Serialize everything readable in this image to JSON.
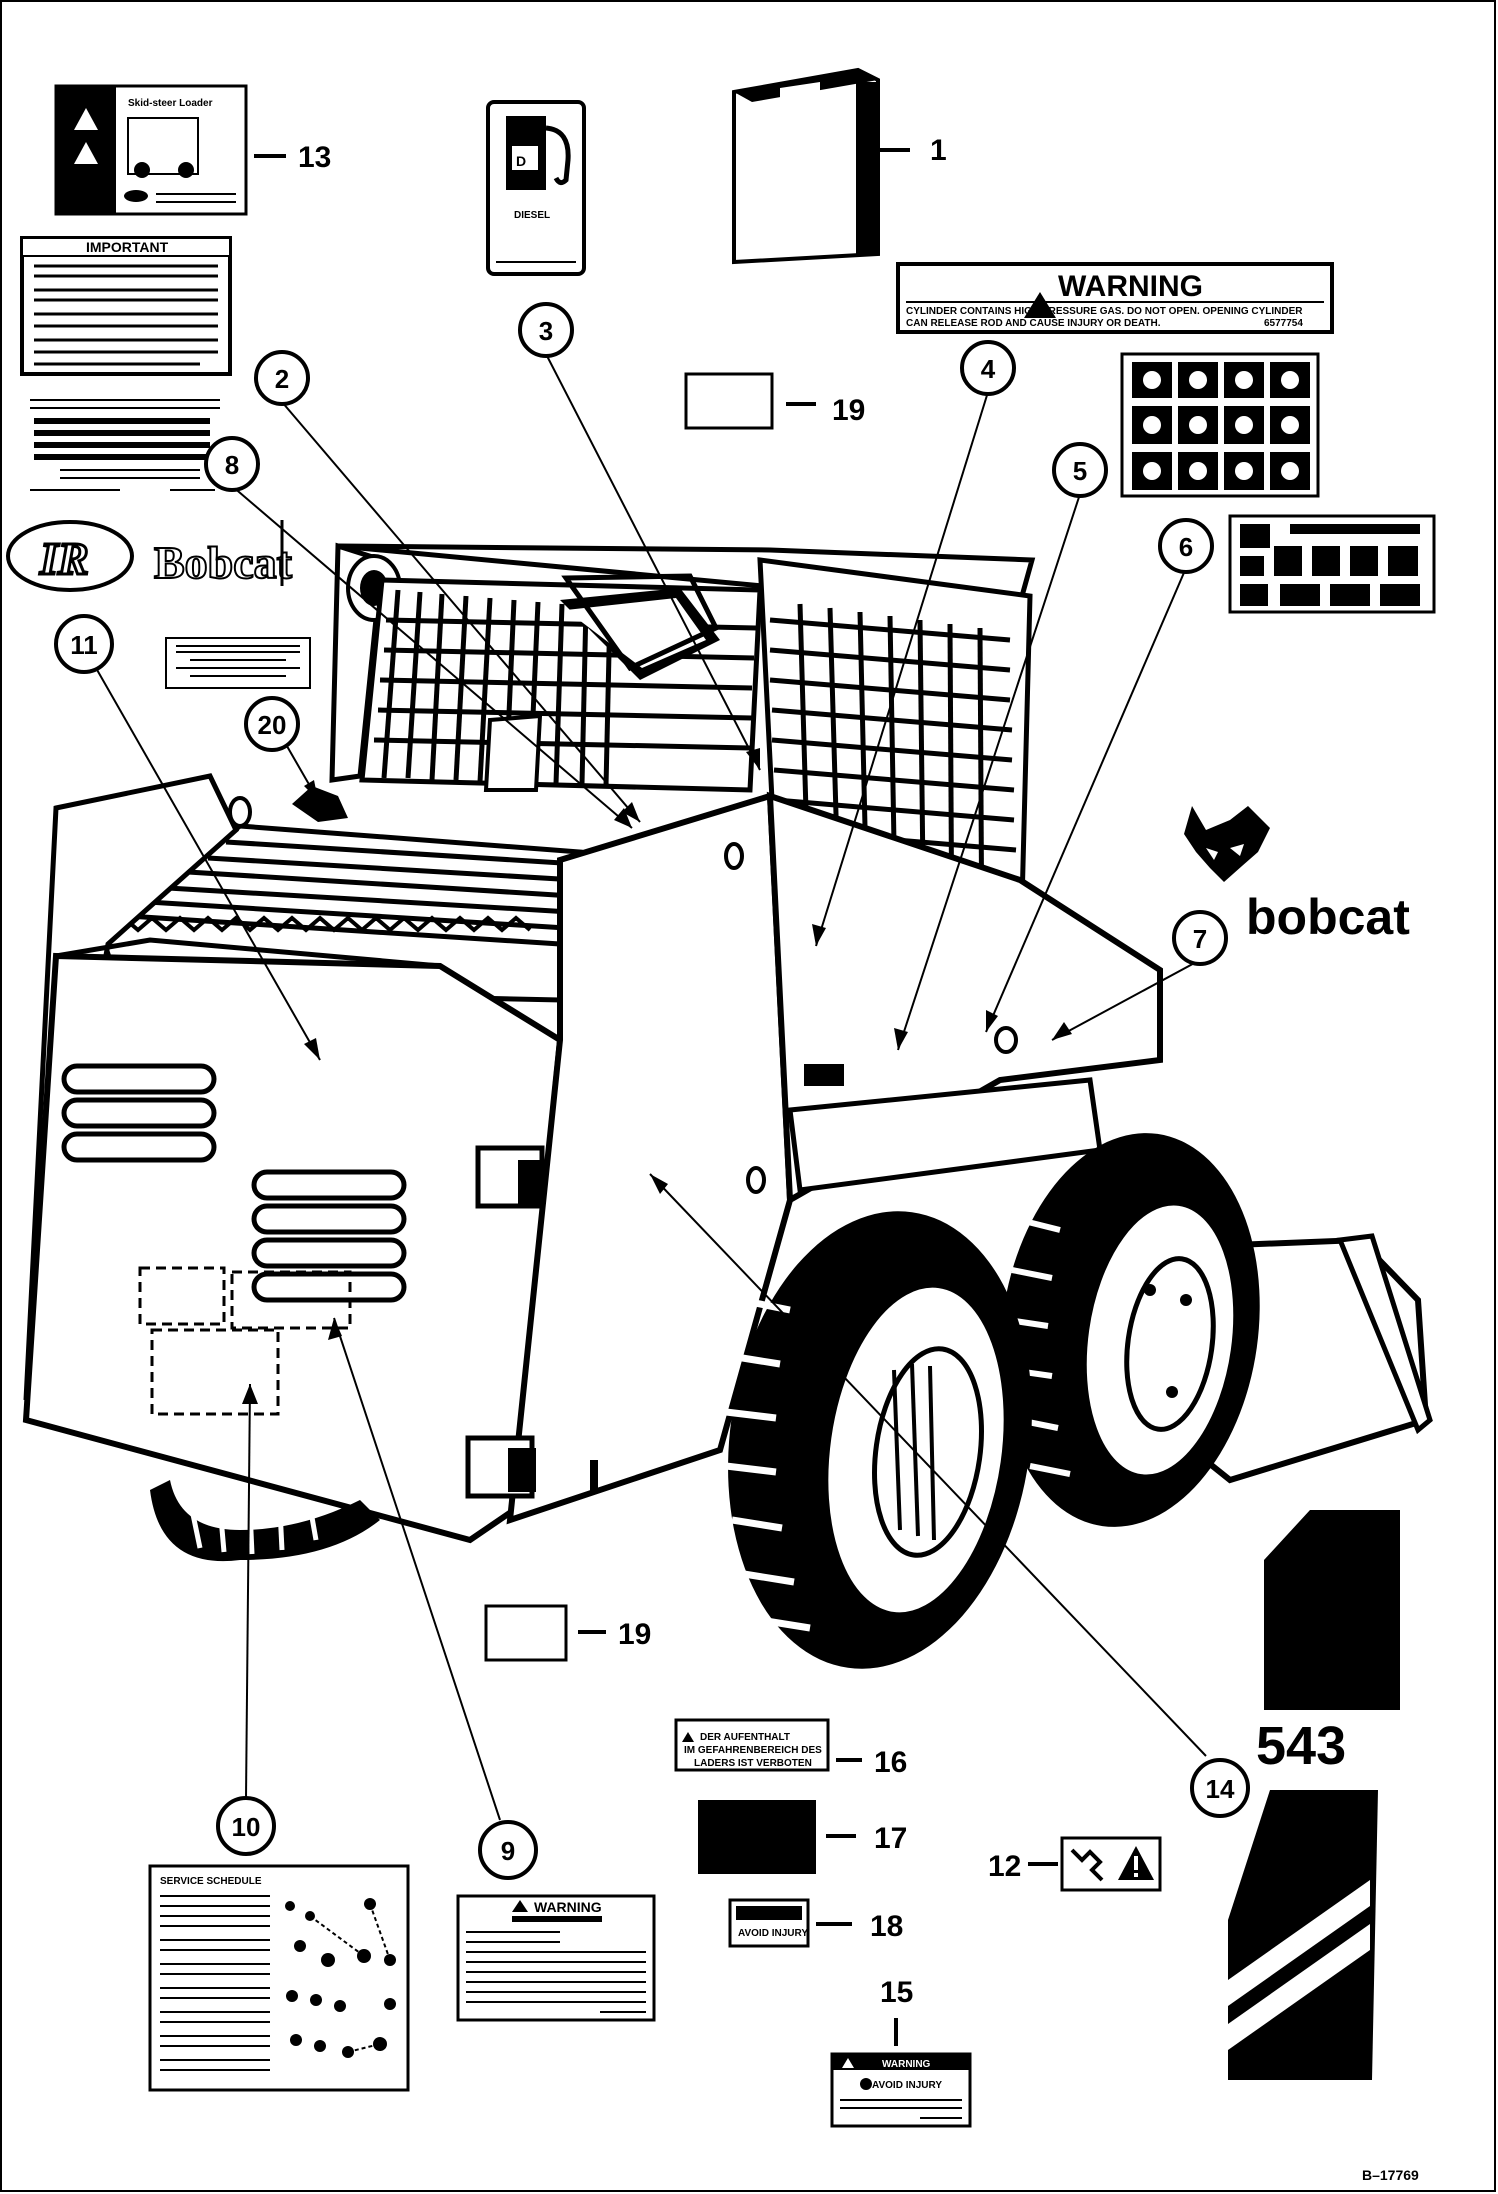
{
  "figure": {
    "drawing_number": "B–17769",
    "subject": "Skid-steer loader decal locations"
  },
  "callouts": [
    {
      "id": "1",
      "label": "1"
    },
    {
      "id": "2",
      "label": "2"
    },
    {
      "id": "3",
      "label": "3"
    },
    {
      "id": "4",
      "label": "4"
    },
    {
      "id": "5",
      "label": "5"
    },
    {
      "id": "6",
      "label": "6"
    },
    {
      "id": "7",
      "label": "7"
    },
    {
      "id": "8",
      "label": "8"
    },
    {
      "id": "9",
      "label": "9"
    },
    {
      "id": "10",
      "label": "10"
    },
    {
      "id": "11",
      "label": "11"
    },
    {
      "id": "12",
      "label": "12"
    },
    {
      "id": "13",
      "label": "13"
    },
    {
      "id": "14",
      "label": "14"
    },
    {
      "id": "15",
      "label": "15"
    },
    {
      "id": "16",
      "label": "16"
    },
    {
      "id": "17",
      "label": "17"
    },
    {
      "id": "18",
      "label": "18"
    },
    {
      "id": "19a",
      "label": "19"
    },
    {
      "id": "19b",
      "label": "19"
    },
    {
      "id": "20",
      "label": "20"
    }
  ],
  "decals": {
    "manual_title": "Skid-steer Loader",
    "important_title": "IMPORTANT",
    "fuel_label": "DIESEL",
    "fuel_letter": "D",
    "cylinder_warning_title": "WARNING",
    "cylinder_warning_text_1": "CYLINDER CONTAINS HIGH PRESSURE GAS. DO NOT OPEN. OPENING CYLINDER",
    "cylinder_warning_text_2": "CAN RELEASE ROD AND CAUSE INJURY OR DEATH.",
    "cylinder_warning_code": "6577754",
    "brand_ir": "IR",
    "brand_wordmark_outline": "Bobcat",
    "brand_wordmark": "bobcat",
    "model_number": "543",
    "side_warning_title": "WARNING",
    "service_schedule_title": "SERVICE SCHEDULE",
    "german_warning_1": "DER AUFENTHALT",
    "german_warning_2": "IM GEFAHRENBEREICH DES",
    "german_warning_3": "LADERS IST VERBOTEN",
    "fan_warning_title": "WARNING",
    "fan_warning_sub": "AVOID INJURY",
    "decal_9_title": "WARNING",
    "decal_18_text": "AVOID INJURY"
  }
}
